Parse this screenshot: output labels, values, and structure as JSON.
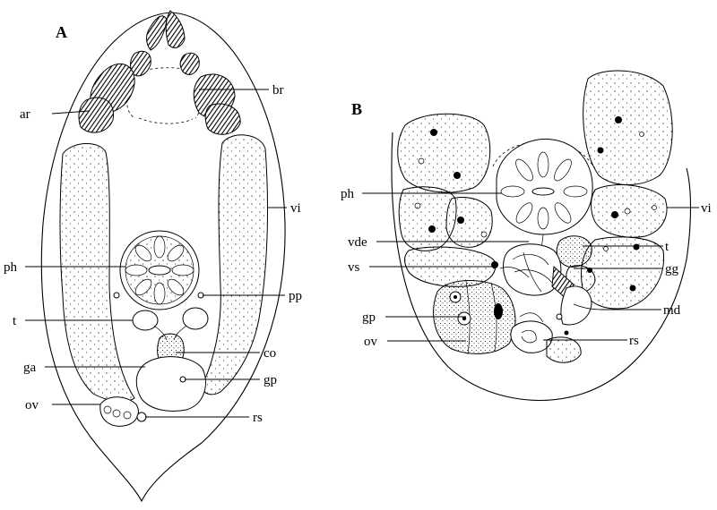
{
  "figure": {
    "panel_a": {
      "letter": "A",
      "labels": {
        "ar": "ar",
        "br": "br",
        "vi": "vi",
        "ph": "ph",
        "pp": "pp",
        "t": "t",
        "co": "co",
        "ga": "ga",
        "gp": "gp",
        "ov": "ov",
        "rs": "rs"
      }
    },
    "panel_b": {
      "letter": "B",
      "labels": {
        "ph": "ph",
        "vi": "vi",
        "vde": "vde",
        "t": "t",
        "vs": "vs",
        "gg": "gg",
        "gp": "gp",
        "md": "md",
        "ov": "ov",
        "rs": "rs"
      }
    }
  }
}
